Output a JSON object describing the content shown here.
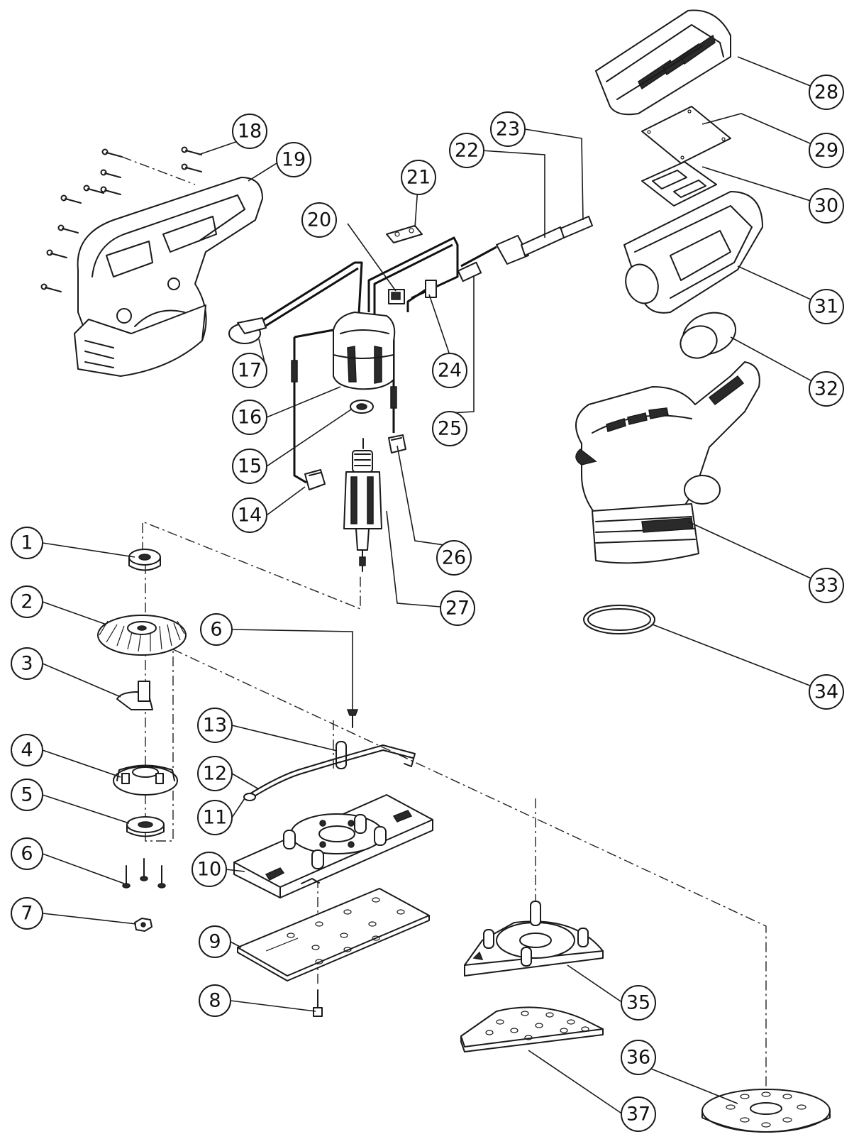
{
  "callouts": [
    {
      "number": "1"
    },
    {
      "number": "2"
    },
    {
      "number": "3"
    },
    {
      "number": "4"
    },
    {
      "number": "5"
    },
    {
      "number": "6"
    },
    {
      "number": "6"
    },
    {
      "number": "7"
    },
    {
      "number": "8"
    },
    {
      "number": "9"
    },
    {
      "number": "10"
    },
    {
      "number": "11"
    },
    {
      "number": "12"
    },
    {
      "number": "13"
    },
    {
      "number": "14"
    },
    {
      "number": "15"
    },
    {
      "number": "16"
    },
    {
      "number": "17"
    },
    {
      "number": "18"
    },
    {
      "number": "19"
    },
    {
      "number": "20"
    },
    {
      "number": "21"
    },
    {
      "number": "22"
    },
    {
      "number": "23"
    },
    {
      "number": "24"
    },
    {
      "number": "25"
    },
    {
      "number": "26"
    },
    {
      "number": "27"
    },
    {
      "number": "28"
    },
    {
      "number": "29"
    },
    {
      "number": "30"
    },
    {
      "number": "31"
    },
    {
      "number": "32"
    },
    {
      "number": "33"
    },
    {
      "number": "34"
    },
    {
      "number": "35"
    },
    {
      "number": "36"
    },
    {
      "number": "37"
    }
  ]
}
